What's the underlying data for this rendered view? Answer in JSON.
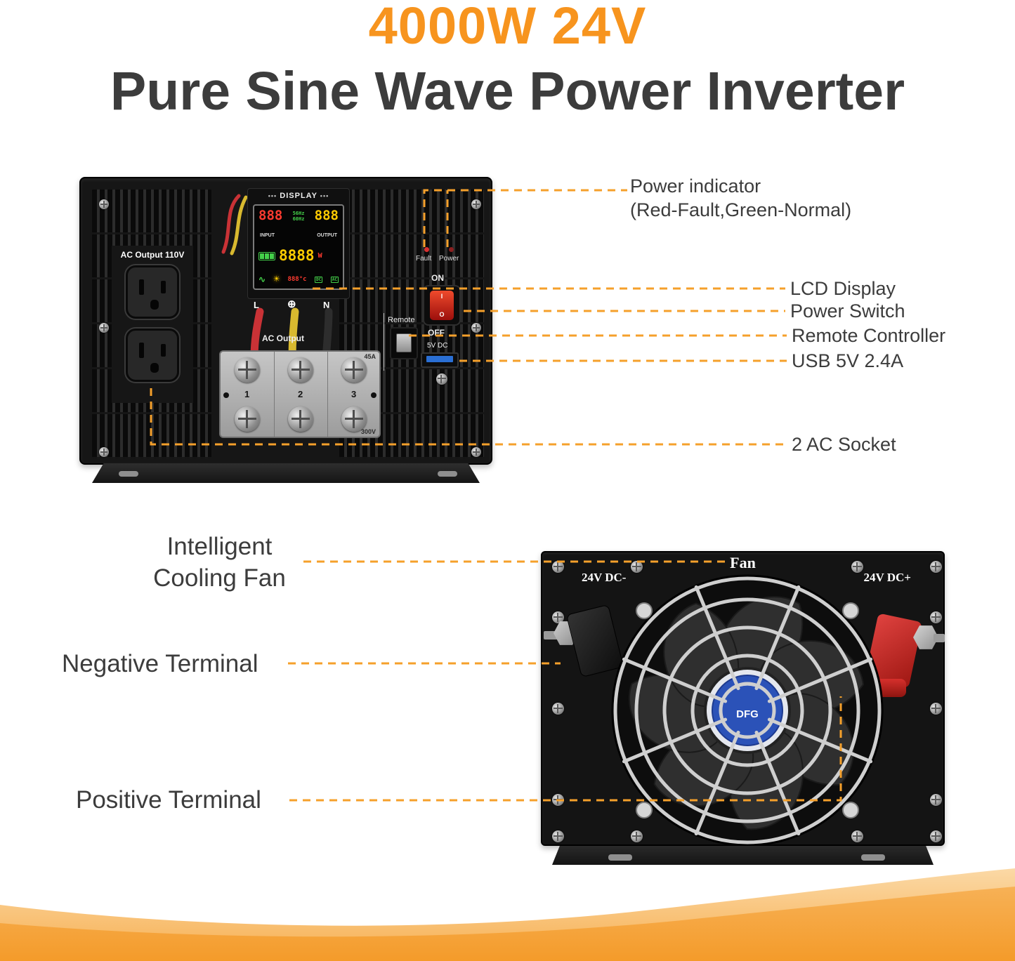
{
  "page": {
    "title_line1": "4000W 24V",
    "title_line2": "Pure Sine Wave Power Inverter"
  },
  "colors": {
    "accent_orange": "#F7941E",
    "callout_line": "#F5A02B",
    "text_dark": "#3C3C3C",
    "device_black": "#161616",
    "switch_red": "#D6231F",
    "positive_terminal_red": "#C3312F",
    "usb_blue": "#2A6FD4",
    "fan_sticker_blue": "#2B52B8"
  },
  "front_view": {
    "display_header": "DISPLAY",
    "display_decor": "•••",
    "lcd": {
      "input_value": "888",
      "freq_top": "56Hz",
      "freq_bottom": "60Hz",
      "output_value": "888",
      "input_label": "INPUT",
      "output_label": "OUTPUT",
      "power_value": "8888",
      "power_unit": "W",
      "temp_value": "888°c",
      "dc_label": "DC",
      "ac_label": "AC"
    },
    "ac_output_110v_label": "AC Output 110V",
    "wire_l_label": "L",
    "wire_ground_symbol": "⊕",
    "wire_n_label": "N",
    "ac_output_label": "AC Output",
    "terminal_numbers": [
      "1",
      "2",
      "3"
    ],
    "terminal_rating_top": "45A",
    "terminal_rating_bottom": "300V",
    "fault_label": "Fault",
    "power_label": "Power",
    "on_label": "ON",
    "off_label": "OFF",
    "switch_on_symbol": "I",
    "switch_off_symbol": "O",
    "remote_label": "Remote",
    "usb_label": "5V DC"
  },
  "back_view": {
    "fan_label": "Fan",
    "dc_negative_label": "24V DC-",
    "dc_positive_label": "24V DC+",
    "fan_sticker_brand": "DFG"
  },
  "callouts": {
    "power_indicator_line1": "Power indicator",
    "power_indicator_line2": "(Red-Fault,Green-Normal)",
    "lcd_display": "LCD Display",
    "power_switch": "Power Switch",
    "remote_controller": "Remote Controller",
    "usb": "USB 5V 2.4A",
    "ac_socket": "2 AC Socket",
    "cooling_fan_line1": "Intelligent",
    "cooling_fan_line2": "Cooling Fan",
    "negative_terminal": "Negative Terminal",
    "positive_terminal": "Positive Terminal"
  }
}
